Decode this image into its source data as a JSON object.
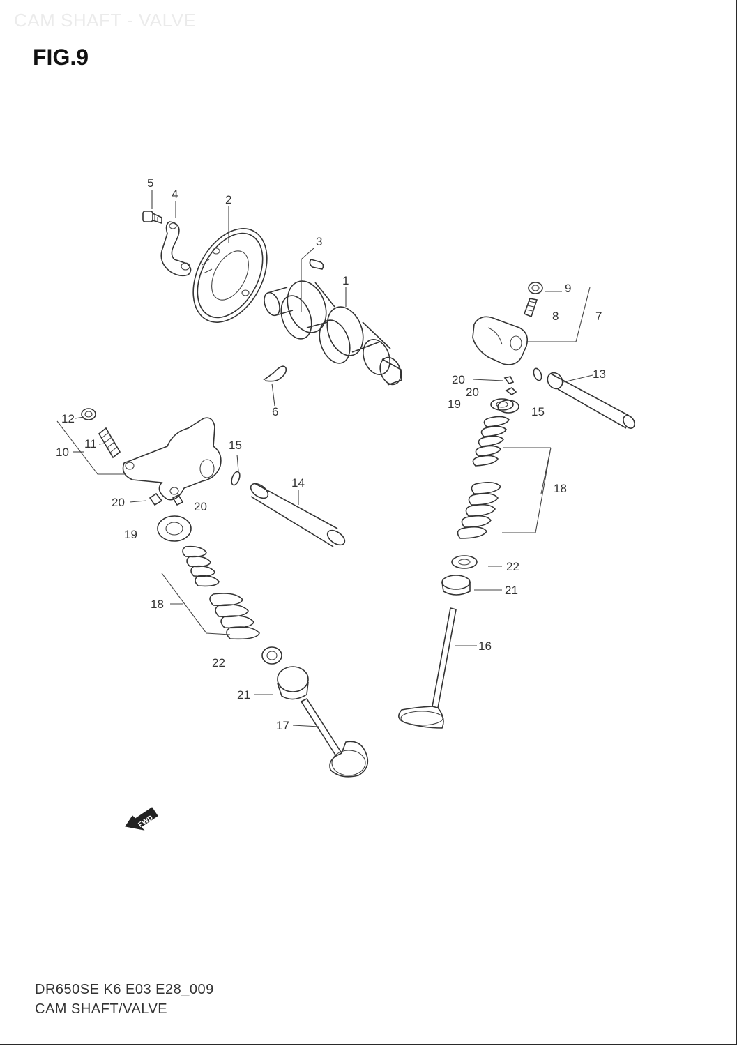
{
  "watermark": "CAM SHAFT - VALVE",
  "figure_title": "FIG.9",
  "footer": {
    "code": "DR650SE K6 E03 E28_009",
    "subtitle": "CAM SHAFT/VALVE"
  },
  "fwd_label": "FWD",
  "callouts": [
    "5",
    "4",
    "2",
    "3",
    "1",
    "6",
    "9",
    "8",
    "7",
    "13",
    "20",
    "20",
    "19",
    "15",
    "12",
    "11",
    "10",
    "15",
    "14",
    "20",
    "20",
    "19",
    "18",
    "18",
    "22",
    "21",
    "16",
    "22",
    "21",
    "17"
  ]
}
